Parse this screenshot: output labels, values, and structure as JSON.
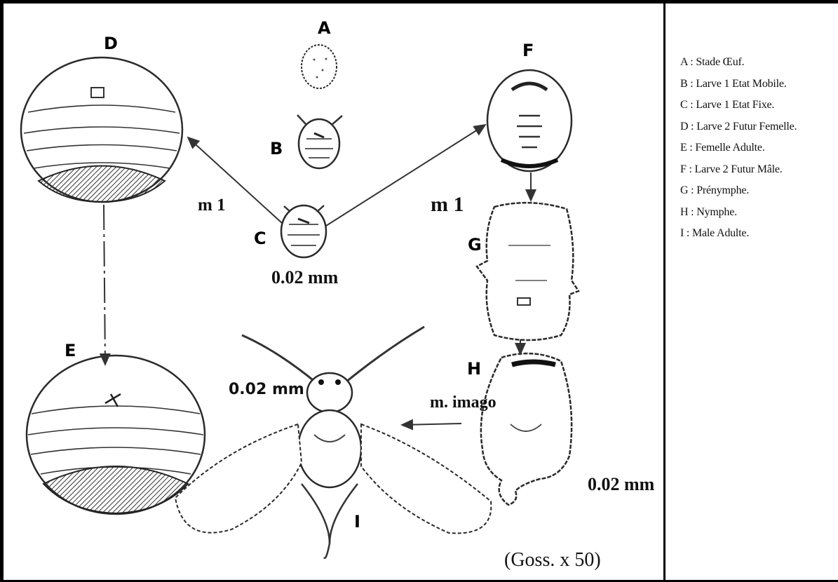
{
  "stage_labels": {
    "A": "A",
    "B": "B",
    "C": "C",
    "D": "D",
    "E": "E",
    "F": "F",
    "G": "G",
    "H": "H",
    "I": "I"
  },
  "arrow_labels": {
    "m1_left": "m 1",
    "m1_right": "m 1",
    "m_imago": "m. imago"
  },
  "scales": {
    "c": "0.02 mm",
    "i": "0.02 mm",
    "h": "0.02 mm"
  },
  "magnification": "(Goss. x 50)",
  "legend": [
    "A : Stade Œuf.",
    "B : Larve 1 Etat Mobile.",
    "C : Larve 1 Etat Fixe.",
    "D : Larve 2 Futur Femelle.",
    "E : Femelle Adulte.",
    "F : Larve 2 Futur Mâle.",
    "G : Prénymphe.",
    "H : Nymphe.",
    "I : Male Adulte."
  ]
}
